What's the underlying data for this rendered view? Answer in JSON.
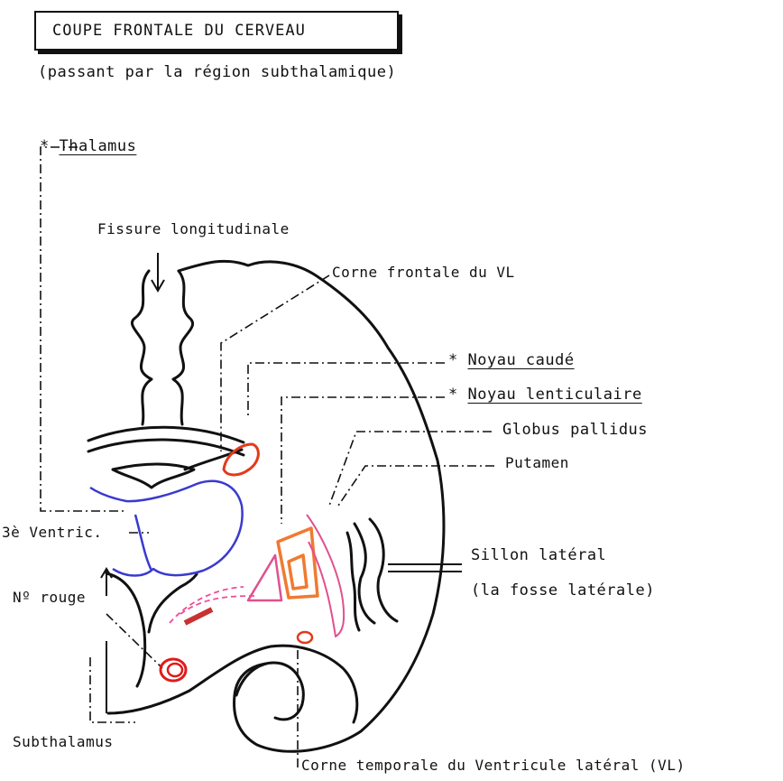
{
  "title": "COUPE FRONTALE DU CERVEAU",
  "subtitle": "(passant par la région subthalamique)",
  "labels": {
    "thalamus": "Thalamus",
    "fissure": "Fissure longitudinale",
    "corne_frontale": "Corne frontale du VL",
    "noyau_caude": "Noyau caudé",
    "noyau_lenticulaire": "Noyau lenticulaire",
    "globus": "Globus pallidus",
    "putamen": "Putamen",
    "sillon": "Sillon latéral",
    "fosse": "(la fosse latérale)",
    "ventric": "3è Ventric.",
    "rouge": "Nº rouge",
    "subthalamus": "Subthalamus",
    "corne_temporale": "Corne temporale du Ventricule latéral (VL)"
  },
  "markers": {
    "star": "*"
  },
  "colors": {
    "ink": "#111111",
    "thalamus": "#3a3ad0",
    "caudate": "#e23a1a",
    "putamen": "#f07a30",
    "globus": "#e0508e",
    "red_nucleus": "#e01a1a",
    "pink_line": "#f04a9a"
  }
}
